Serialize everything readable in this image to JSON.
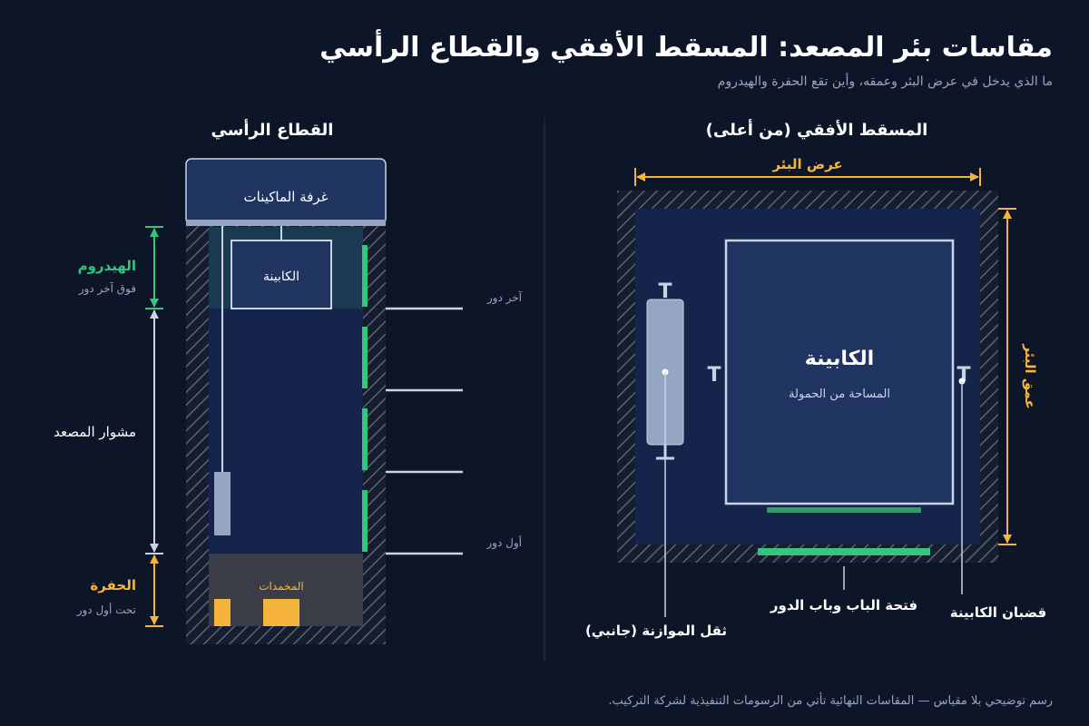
{
  "header": {
    "title": "مقاسات بئر المصعد: المسقط الأفقي والقطاع الرأسي",
    "subtitle": "ما الذي يدخل في عرض البئر وعمقه، وأين تقع الحفرة والهيدروم"
  },
  "section": {
    "heading": "القطاع الرأسي",
    "machine_room": "غرفة الماكينات",
    "car": "الكابينة",
    "headroom_label": "الهيدروم",
    "headroom_sub": "فوق آخر دور",
    "travel_label": "مشوار المصعد",
    "pit_label": "الحفرة",
    "pit_sub": "تحت أول دور",
    "buffers": "المخمدات",
    "top_floor": "آخر دور",
    "bottom_floor": "أول دور"
  },
  "plan": {
    "heading": "المسقط الأفقي (من أعلى)",
    "width_label": "عرض البئر",
    "depth_label": "عمق البئر",
    "car": "الكابينة",
    "car_sub": "المساحة من الحمولة",
    "counterweight": "ثقل الموازنة (جانبي)",
    "door": "فتحة الباب وباب الدور",
    "rails": "قضبان الكابينة",
    "rail_glyph": "T"
  },
  "footer": {
    "note": "رسم توضيحي بلا مقياس — المقاسات النهائية تأتي من الرسومات التنفيذية لشركة التركيب."
  },
  "colors": {
    "background": "#0d1528",
    "shaft": "#15244a",
    "panel": "#1f3460",
    "outline": "#c9d3e6",
    "headroom": "#34c77b",
    "pit": "#f5b53d",
    "dimension": "#f5b53d",
    "counterweight": "#95a5c2",
    "text": "#ffffff",
    "muted": "#9aa6bd"
  },
  "icons": {
    "hatch": "diagonal-hatch",
    "rail": "t-rail-icon"
  }
}
